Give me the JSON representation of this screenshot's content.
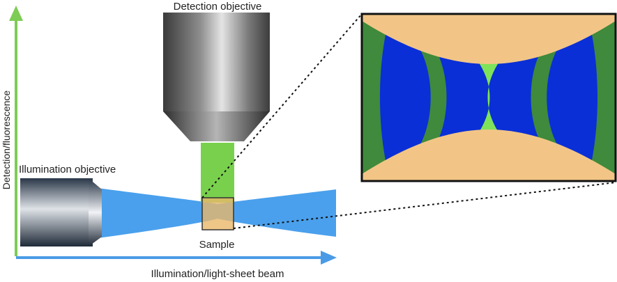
{
  "labels": {
    "detection_objective": "Detection objective",
    "illumination_objective": "Illumination objective",
    "sample": "Sample",
    "y_axis": "Detection/fluorescence",
    "x_axis": "Illumination/light-sheet beam"
  },
  "colors": {
    "detection_axis": "#7dcc55",
    "illumination_axis": "#4a9be6",
    "light_sheet": "#4aa0ec",
    "fluorescence": "#79d04d",
    "sample": "#e9b86a",
    "inset_bg": "#f2c586",
    "inset_blue": "#0a2fd6",
    "inset_dark_green": "#3f8a3c",
    "inset_green": "#7ee35a"
  },
  "icons": [
    "detection-objective-icon",
    "illumination-objective-icon"
  ]
}
